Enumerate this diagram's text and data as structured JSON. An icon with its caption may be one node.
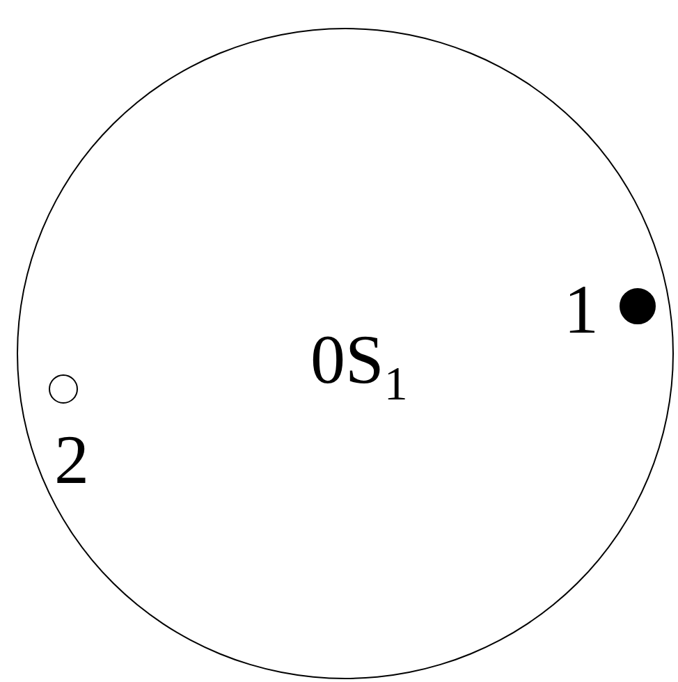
{
  "diagram": {
    "nodes": [
      {
        "text": [
          "0S$_{1}$"
        ]
      },
      {
        "text": [],
        "shape": "circle",
        "in": 0,
        "beside": [
          "1"
        ]
      },
      {
        "text": [],
        "shape": "circle",
        "in": 0,
        "beside": [
          "2"
        ]
      }
    ]
  }
}
